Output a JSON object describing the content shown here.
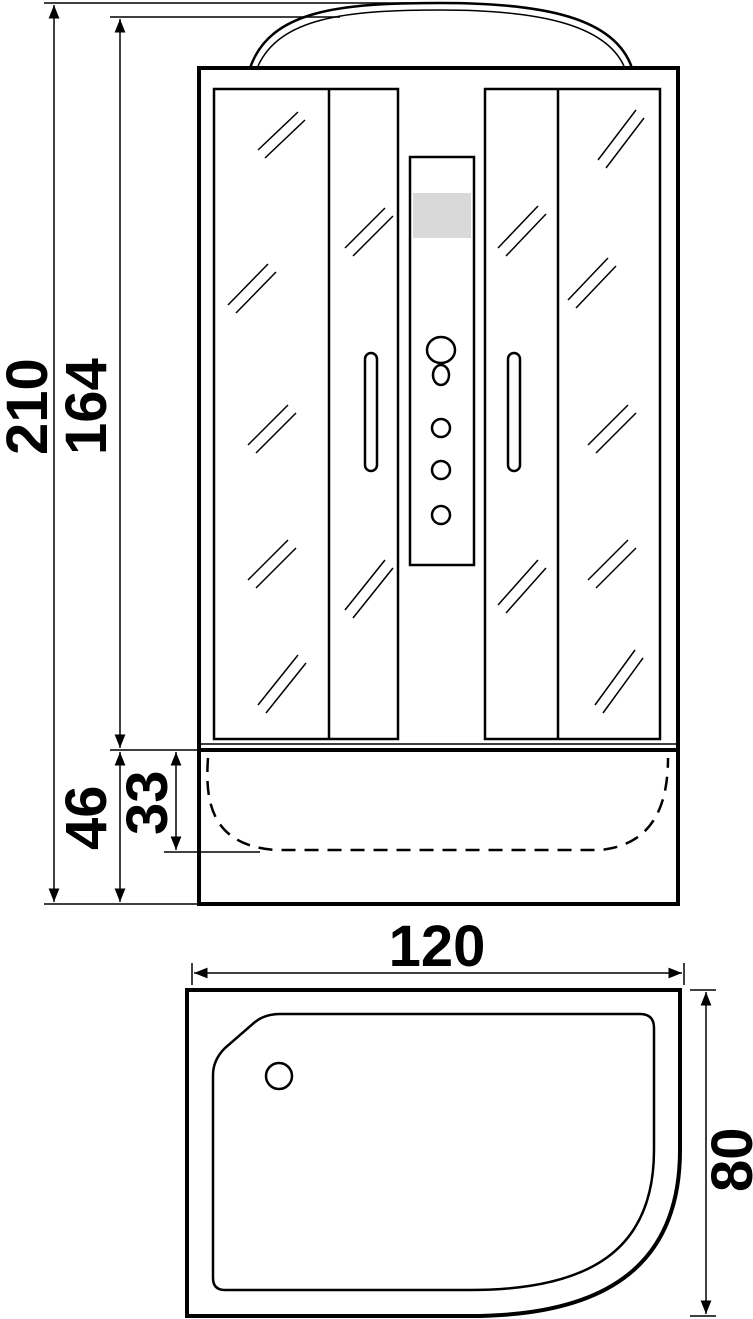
{
  "drawing": {
    "front_view": {
      "dimensions": {
        "total_height": "210",
        "cabin_height": "164",
        "tray_height": "46",
        "tray_inner_depth": "33"
      }
    },
    "plan_view": {
      "dimensions": {
        "width": "120",
        "depth": "80"
      }
    },
    "colors": {
      "line": "#000000",
      "background": "#ffffff",
      "control_display": "#d9d9d9"
    }
  }
}
